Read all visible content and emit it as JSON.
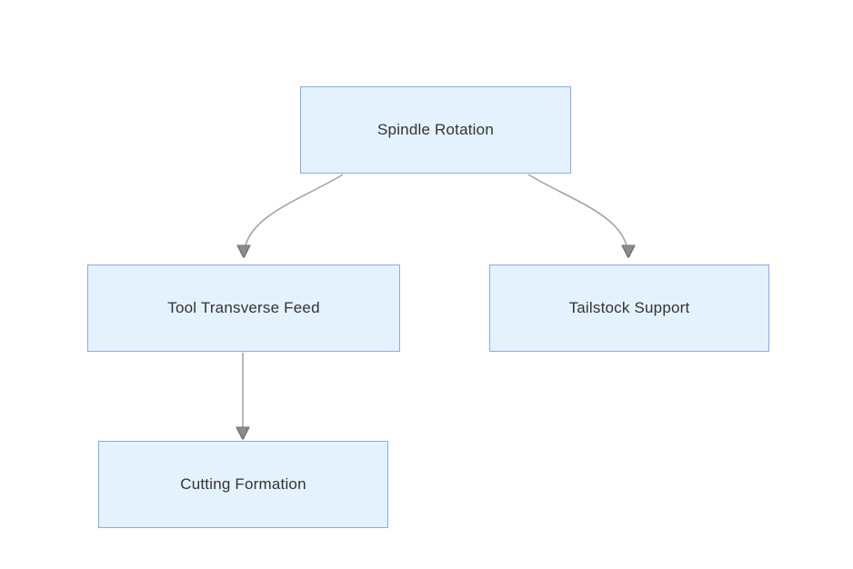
{
  "diagram": {
    "type": "flowchart",
    "direction": "top-down",
    "colors": {
      "background": "#ffffff",
      "node_fill": "#e3f2fc",
      "node_border": "#87aaf0",
      "edge_line": "#a3a3a3",
      "arrowhead_fill": "#8c8c8c",
      "arrowhead_stroke": "#6f6f6f",
      "text": "#333333"
    },
    "nodes": [
      {
        "id": "spindle-rotation",
        "label": "Spindle Rotation"
      },
      {
        "id": "tool-transverse-feed",
        "label": "Tool Transverse Feed"
      },
      {
        "id": "tailstock-support",
        "label": "Tailstock Support"
      },
      {
        "id": "cutting-formation",
        "label": "Cutting Formation"
      }
    ],
    "edges": [
      {
        "from": "Spindle Rotation",
        "to": "Tool Transverse Feed",
        "style": "curved",
        "arrow": "filled-triangle"
      },
      {
        "from": "Spindle Rotation",
        "to": "Tailstock Support",
        "style": "curved",
        "arrow": "filled-triangle"
      },
      {
        "from": "Tool Transverse Feed",
        "to": "Cutting Formation",
        "style": "straight",
        "arrow": "filled-triangle"
      }
    ]
  }
}
